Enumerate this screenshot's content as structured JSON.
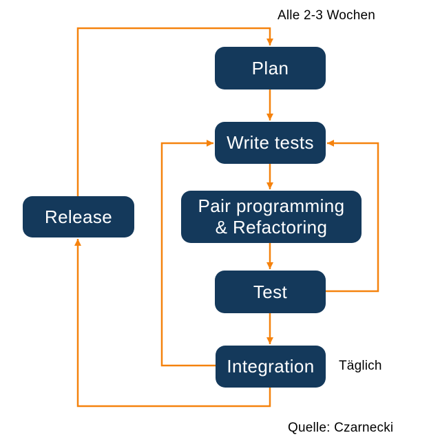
{
  "colors": {
    "background": "#ffffff",
    "node_fill": "#14395B",
    "node_text": "#ffffff",
    "arrow": "#F5820D",
    "label_text": "#000000"
  },
  "nodes": {
    "plan": {
      "label": "Plan"
    },
    "write_tests": {
      "label": "Write tests"
    },
    "pair_programming": {
      "line1": "Pair programming",
      "line2": "& Refactoring"
    },
    "test": {
      "label": "Test"
    },
    "integration": {
      "label": "Integration"
    },
    "release": {
      "label": "Release"
    }
  },
  "annotations": {
    "cycle": "Alle 2-3 Wochen",
    "daily": "Täglich",
    "source": "Quelle: Czarnecki"
  },
  "edges": [
    {
      "from": "release",
      "to": "plan",
      "note": "Alle 2-3 Wochen"
    },
    {
      "from": "plan",
      "to": "write_tests"
    },
    {
      "from": "write_tests",
      "to": "pair_programming"
    },
    {
      "from": "pair_programming",
      "to": "test"
    },
    {
      "from": "test",
      "to": "write_tests"
    },
    {
      "from": "test",
      "to": "integration"
    },
    {
      "from": "integration",
      "to": "write_tests"
    },
    {
      "from": "integration",
      "to": "release",
      "note": "Täglich"
    }
  ]
}
